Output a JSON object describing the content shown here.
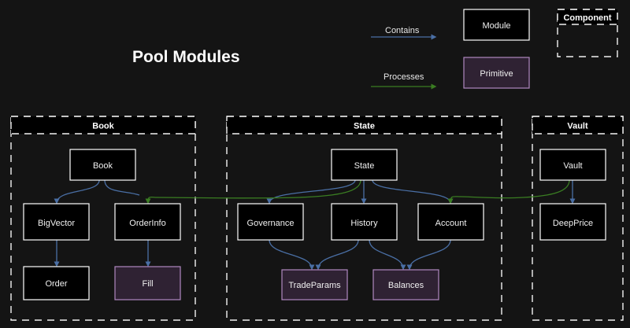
{
  "title": "Pool Modules",
  "colors": {
    "background": "#141414",
    "module_fill": "#000000",
    "module_stroke": "#ffffff",
    "primitive_fill": "#2f2233",
    "primitive_stroke": "#b088c0",
    "contains_edge": "#4a6fa5",
    "processes_edge": "#3a7d22",
    "container_stroke": "#f2f2f2",
    "text": "#ffffff"
  },
  "legend": {
    "edges": [
      {
        "label": "Contains",
        "color": "#4a6fa5"
      },
      {
        "label": "Processes",
        "color": "#3a7d22"
      }
    ],
    "shapes": [
      {
        "label": "Module",
        "kind": "module"
      },
      {
        "label": "Primitive",
        "kind": "primitive"
      },
      {
        "label": "Component",
        "kind": "component"
      }
    ]
  },
  "containers": [
    {
      "id": "book",
      "title": "Book",
      "nodes": [
        {
          "id": "book-node",
          "label": "Book",
          "kind": "module"
        },
        {
          "id": "bigvector",
          "label": "BigVector",
          "kind": "module"
        },
        {
          "id": "orderinfo",
          "label": "OrderInfo",
          "kind": "module"
        },
        {
          "id": "order",
          "label": "Order",
          "kind": "module"
        },
        {
          "id": "fill",
          "label": "Fill",
          "kind": "primitive"
        }
      ]
    },
    {
      "id": "state",
      "title": "State",
      "nodes": [
        {
          "id": "state-node",
          "label": "State",
          "kind": "module"
        },
        {
          "id": "governance",
          "label": "Governance",
          "kind": "module"
        },
        {
          "id": "history",
          "label": "History",
          "kind": "module"
        },
        {
          "id": "account",
          "label": "Account",
          "kind": "module"
        },
        {
          "id": "tradeparams",
          "label": "TradeParams",
          "kind": "primitive"
        },
        {
          "id": "balances",
          "label": "Balances",
          "kind": "primitive"
        }
      ]
    },
    {
      "id": "vault",
      "title": "Vault",
      "nodes": [
        {
          "id": "vault-node",
          "label": "Vault",
          "kind": "module"
        },
        {
          "id": "deepprice",
          "label": "DeepPrice",
          "kind": "module"
        }
      ]
    }
  ],
  "edges": [
    {
      "from": "Book",
      "to": "BigVector",
      "type": "Contains"
    },
    {
      "from": "Book",
      "to": "OrderInfo",
      "type": "Contains"
    },
    {
      "from": "BigVector",
      "to": "Order",
      "type": "Contains"
    },
    {
      "from": "OrderInfo",
      "to": "Fill",
      "type": "Contains"
    },
    {
      "from": "State",
      "to": "Governance",
      "type": "Contains"
    },
    {
      "from": "State",
      "to": "History",
      "type": "Contains"
    },
    {
      "from": "State",
      "to": "Account",
      "type": "Contains"
    },
    {
      "from": "Governance",
      "to": "TradeParams",
      "type": "Contains"
    },
    {
      "from": "History",
      "to": "TradeParams",
      "type": "Contains"
    },
    {
      "from": "History",
      "to": "Balances",
      "type": "Contains"
    },
    {
      "from": "Account",
      "to": "Balances",
      "type": "Contains"
    },
    {
      "from": "Vault",
      "to": "DeepPrice",
      "type": "Contains"
    },
    {
      "from": "State",
      "to": "OrderInfo",
      "type": "Processes"
    },
    {
      "from": "Vault",
      "to": "Account",
      "type": "Processes"
    }
  ]
}
